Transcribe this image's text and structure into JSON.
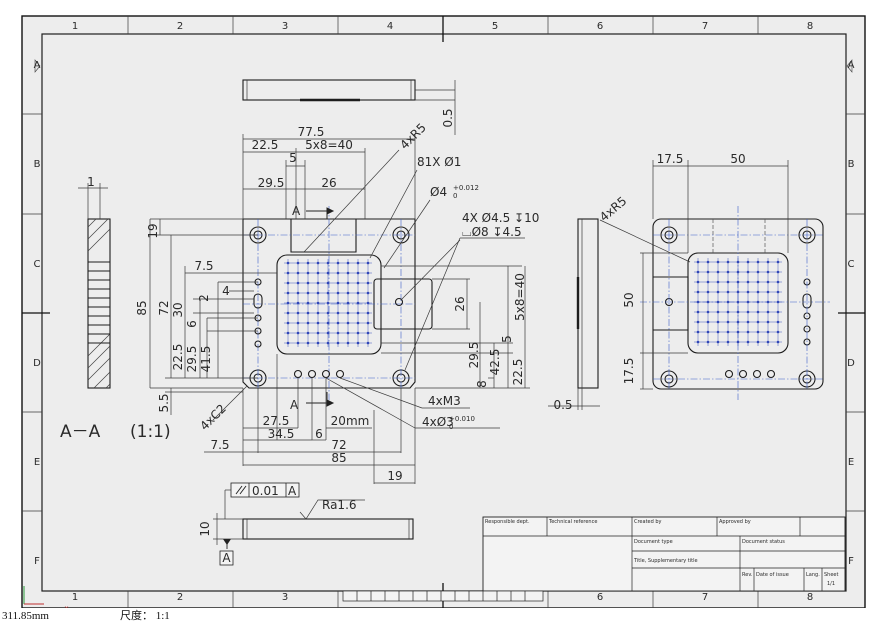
{
  "zones": {
    "cols": [
      "1",
      "2",
      "3",
      "4",
      "5",
      "6",
      "7",
      "8"
    ],
    "rows": [
      "A",
      "B",
      "C",
      "D",
      "E",
      "F"
    ]
  },
  "front": {
    "dim_77_5": "77.5",
    "dim_22_5": "22.5",
    "dim_5x8_top": "5x8=40",
    "dim_4xR5": "4xR5",
    "dim_5_top": "5",
    "dim_29_5_top": "29.5",
    "dim_26_top": "26",
    "callout_81x": "81X  Ø1",
    "callout_d4": "Ø4",
    "tol_d4_upper": "+0.012",
    "tol_d4_lower": "0",
    "callout_4x_d4_5": "4X  Ø4.5  ↧10",
    "callout_cbore": "⌴Ø8  ↧4.5",
    "section_letter_top": "A",
    "section_letter_bottom": "A",
    "dim_19": "19",
    "dim_7_5_left": "7.5",
    "dim_4": "4",
    "dim_2": "2",
    "dim_85_v": "85",
    "dim_72_v": "72",
    "dim_30": "30",
    "dim_6_v": "6",
    "dim_22_5_v": "22.5",
    "dim_29_5_v": "29.5",
    "dim_41_5_v": "41.5",
    "dim_5_5": "5.5",
    "dim_4xC2": "4xC2",
    "dim_26_r": "26",
    "dim_5x8_r": "5x8=40",
    "dim_5_r": "5",
    "dim_29_5_r": "29.5",
    "dim_42_5_r": "42.5",
    "dim_22_5_r": "22.5",
    "dim_8_r": "8",
    "callout_4xM3": "4xM3",
    "callout_4x_d3": "4xØ3",
    "tol_d3_upper": "+0.010",
    "tol_d3_lower": "0",
    "dim_27_5": "27.5",
    "dim_34_5": "34.5",
    "dim_6_b": "6",
    "dim_20mm": "20mm",
    "dim_7_5_b": "7.5",
    "dim_72_b": "72",
    "dim_85_b": "85",
    "dim_19_b": "19"
  },
  "top_view": {
    "dim_0_5": "0.5"
  },
  "section_view": {
    "dim_1": "1",
    "label": "A－A",
    "scale": "(1:1)"
  },
  "side_view": {
    "dim_0_5": "0.5"
  },
  "right_view": {
    "dim_17_5_top": "17.5",
    "dim_50_top": "50",
    "dim_4xR5": "4xR5",
    "dim_50_v": "50",
    "dim_17_5_v": "17.5"
  },
  "bottom_view": {
    "flatness": "0.01",
    "datum_ref": "A",
    "dim_10": "10",
    "roughness": "Ra1.6",
    "datum_label": "A"
  },
  "title_block": {
    "responsible_dept": "Responsible dept.",
    "technical_reference": "Technical reference",
    "created_by": "Created by",
    "approved_by": "Approved by",
    "document_type": "Document type",
    "document_status": "Document status",
    "title": "Title, Supplementary title",
    "rev": "Rev.",
    "date_of_issue": "Date of issue",
    "lang": "Lang.",
    "sheet": "Sheet",
    "sheet_value": "1/1"
  },
  "status_bar": {
    "coordinate": "311.85mm",
    "scale_label": "尺度：",
    "scale_value": "1:1"
  },
  "colors": {
    "pin_grid": "#2f46b8",
    "center_lines": "#3c5fc8",
    "outline": "#1d1d1d"
  }
}
